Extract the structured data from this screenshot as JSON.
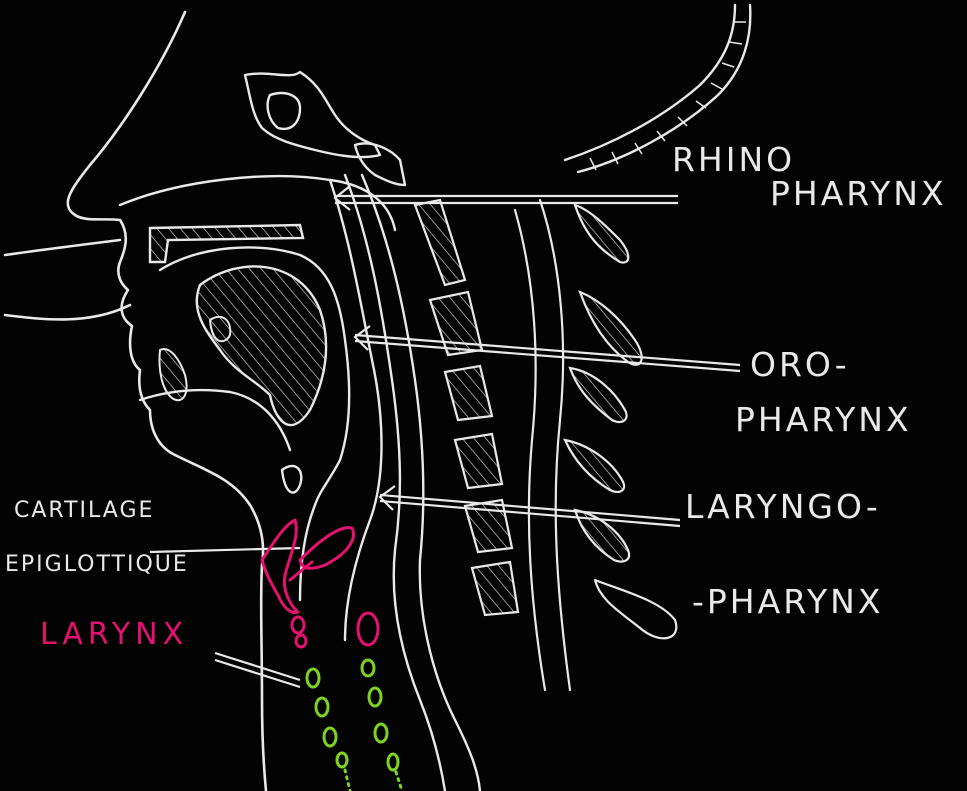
{
  "labels": {
    "rhino_1": "RHINO",
    "rhino_2": "PHARYNX",
    "oro_1": "ORO-",
    "oro_2": "PHARYNX",
    "laryngo_1": "LARYNGO-",
    "laryngo_2": "-PHARYNX",
    "cartilage_1": "CARTILAGE",
    "cartilage_2": "EPIGLOTTIQUE",
    "larynx": "LARYNX"
  },
  "colors": {
    "background": "#030303",
    "chalk_white": "#e9e9e9",
    "chalk_pink": "#e4126e",
    "chalk_green": "#7ed321"
  }
}
